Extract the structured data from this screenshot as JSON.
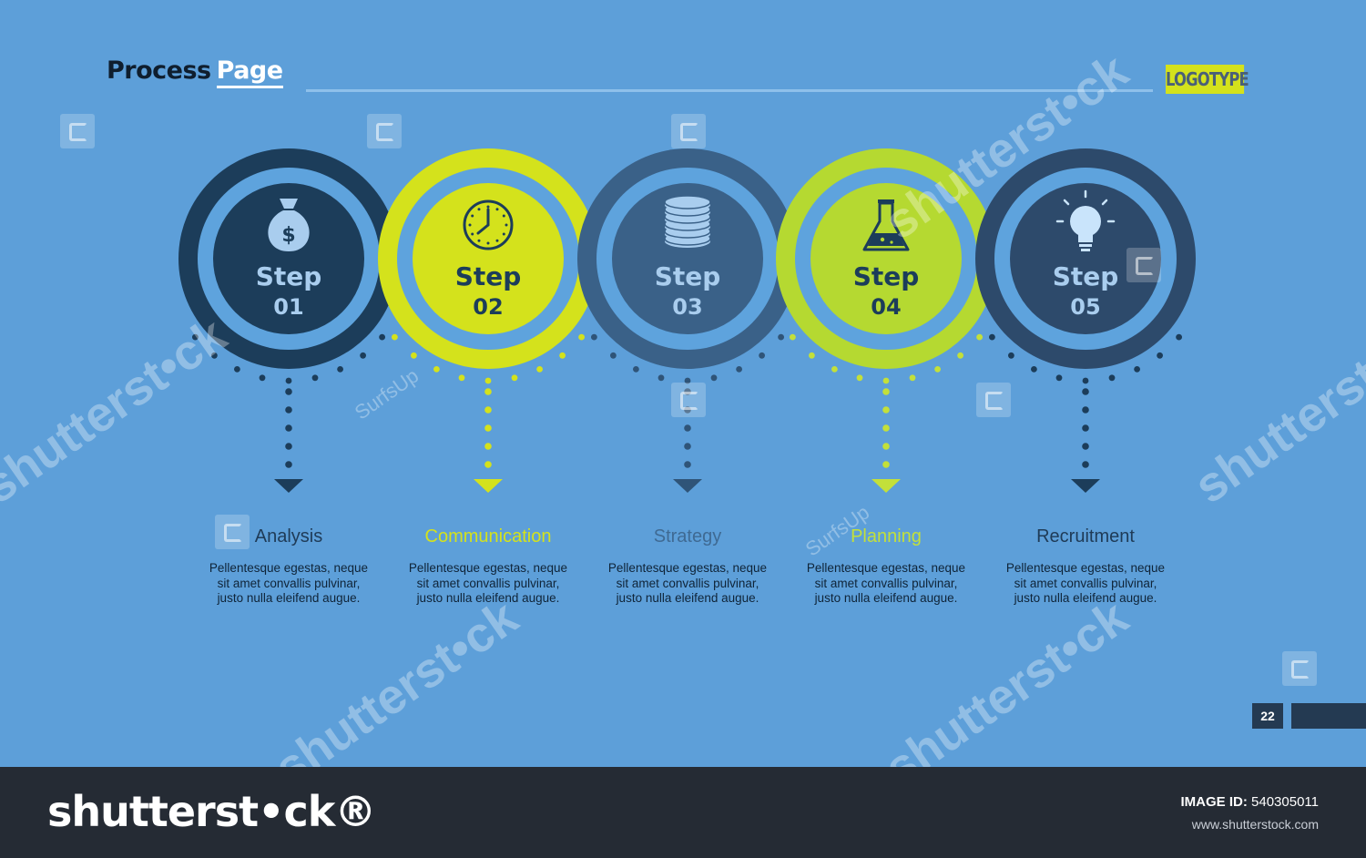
{
  "header": {
    "title_part1": "Process",
    "title_part2": "Page",
    "logo": "LOGOTYPE"
  },
  "colors": {
    "background": "#5d9fd9",
    "dark_navy": "#1c3d5a",
    "lime": "#d4e21c",
    "slate": "#3a6188",
    "light_green": "#b5d931",
    "dark_slate": "#2d4a6b",
    "ring_gap": "#5ea3dd"
  },
  "steps": [
    {
      "label": "Step",
      "number": "01",
      "icon": "money-bag-icon",
      "category": "Analysis",
      "description": "Pellentesque egestas, neque sit amet convallis pulvinar, justo nulla eleifend augue.",
      "ring_color": "#1c3d5a",
      "inner_color": "#1c3d5a",
      "text_color": "#a9cdee",
      "category_color": "#1f3b57",
      "connector_color": "#1c3d5a"
    },
    {
      "label": "Step",
      "number": "02",
      "icon": "clock-icon",
      "category": "Communication",
      "description": "Pellentesque egestas, neque sit amet convallis pulvinar, justo nulla eleifend augue.",
      "ring_color": "#d4e21c",
      "inner_color": "#d4e21c",
      "text_color": "#1c3d5a",
      "category_color": "#d4e21c",
      "connector_color": "#d4e21c"
    },
    {
      "label": "Step",
      "number": "03",
      "icon": "coin-stack-icon",
      "category": "Strategy",
      "description": "Pellentesque egestas, neque sit amet convallis pulvinar, justo nulla eleifend augue.",
      "ring_color": "#3a6188",
      "inner_color": "#3a6188",
      "text_color": "#a9cdee",
      "category_color": "#3f6a93",
      "connector_color": "#2f5478"
    },
    {
      "label": "Step",
      "number": "04",
      "icon": "flask-icon",
      "category": "Planning",
      "description": "Pellentesque egestas, neque sit amet convallis pulvinar, justo nulla eleifend augue.",
      "ring_color": "#b5d931",
      "inner_color": "#b5d931",
      "text_color": "#1c3d5a",
      "category_color": "#c3e03a",
      "connector_color": "#c3e03a"
    },
    {
      "label": "Step",
      "number": "05",
      "icon": "light-bulb-icon",
      "category": "Recruitment",
      "description": "Pellentesque egestas, neque sit amet convallis pulvinar, justo nulla eleifend augue.",
      "ring_color": "#2d4a6b",
      "inner_color": "#2d4a6b",
      "text_color": "#a9cdee",
      "category_color": "#1f3b57",
      "connector_color": "#1c3d5a"
    }
  ],
  "page_number": "22",
  "watermark": {
    "brand": "shutterstock",
    "brand_display": "shutterst•ck",
    "secondary": "SurfsUp"
  },
  "footer": {
    "brand": "shutterst•ck®",
    "image_id_label": "IMAGE ID:",
    "image_id": "540305011",
    "url": "www.shutterstock.com"
  }
}
